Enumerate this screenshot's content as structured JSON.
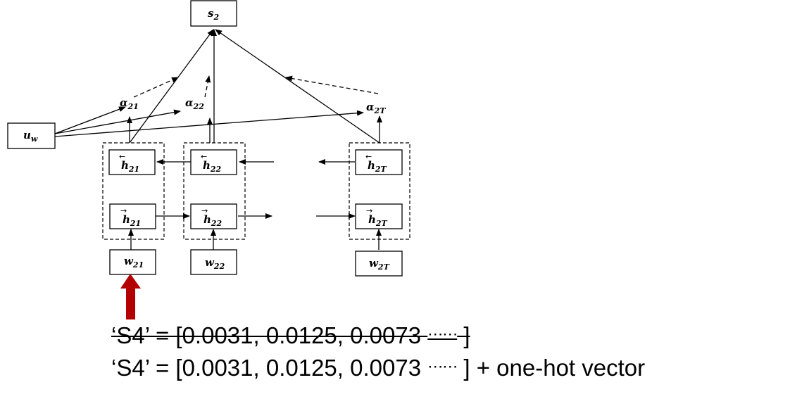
{
  "diagram": {
    "output_node": "s",
    "output_sub": "2",
    "context_node": "u",
    "context_sub": "w",
    "attention_weights": [
      {
        "sym": "α",
        "sub": "21"
      },
      {
        "sym": "α",
        "sub": "22"
      },
      {
        "sym": "α",
        "sub": "2T"
      }
    ],
    "backward_states": [
      {
        "sym": "h",
        "sub": "21"
      },
      {
        "sym": "h",
        "sub": "22"
      },
      {
        "sym": "h",
        "sub": "2T"
      }
    ],
    "forward_states": [
      {
        "sym": "h",
        "sub": "21"
      },
      {
        "sym": "h",
        "sub": "22"
      },
      {
        "sym": "h",
        "sub": "2T"
      }
    ],
    "words": [
      {
        "sym": "w",
        "sub": "21"
      },
      {
        "sym": "w",
        "sub": "22"
      },
      {
        "sym": "w",
        "sub": "2T"
      }
    ],
    "left_arrow_glyph": "←",
    "right_arrow_glyph": "→",
    "highlight_color": "#b30000"
  },
  "vectors": {
    "line1": {
      "prefix": "‘S4’ = [0.0031, 0.0125, 0.0073 ",
      "dots": "⋯⋯",
      "suffix": " ]",
      "struck": true
    },
    "line2": {
      "prefix": "‘S4’ = [0.0031, 0.0125, 0.0073 ",
      "dots": "⋯⋯",
      "suffix": " ] + one-hot vector",
      "struck": false
    }
  }
}
